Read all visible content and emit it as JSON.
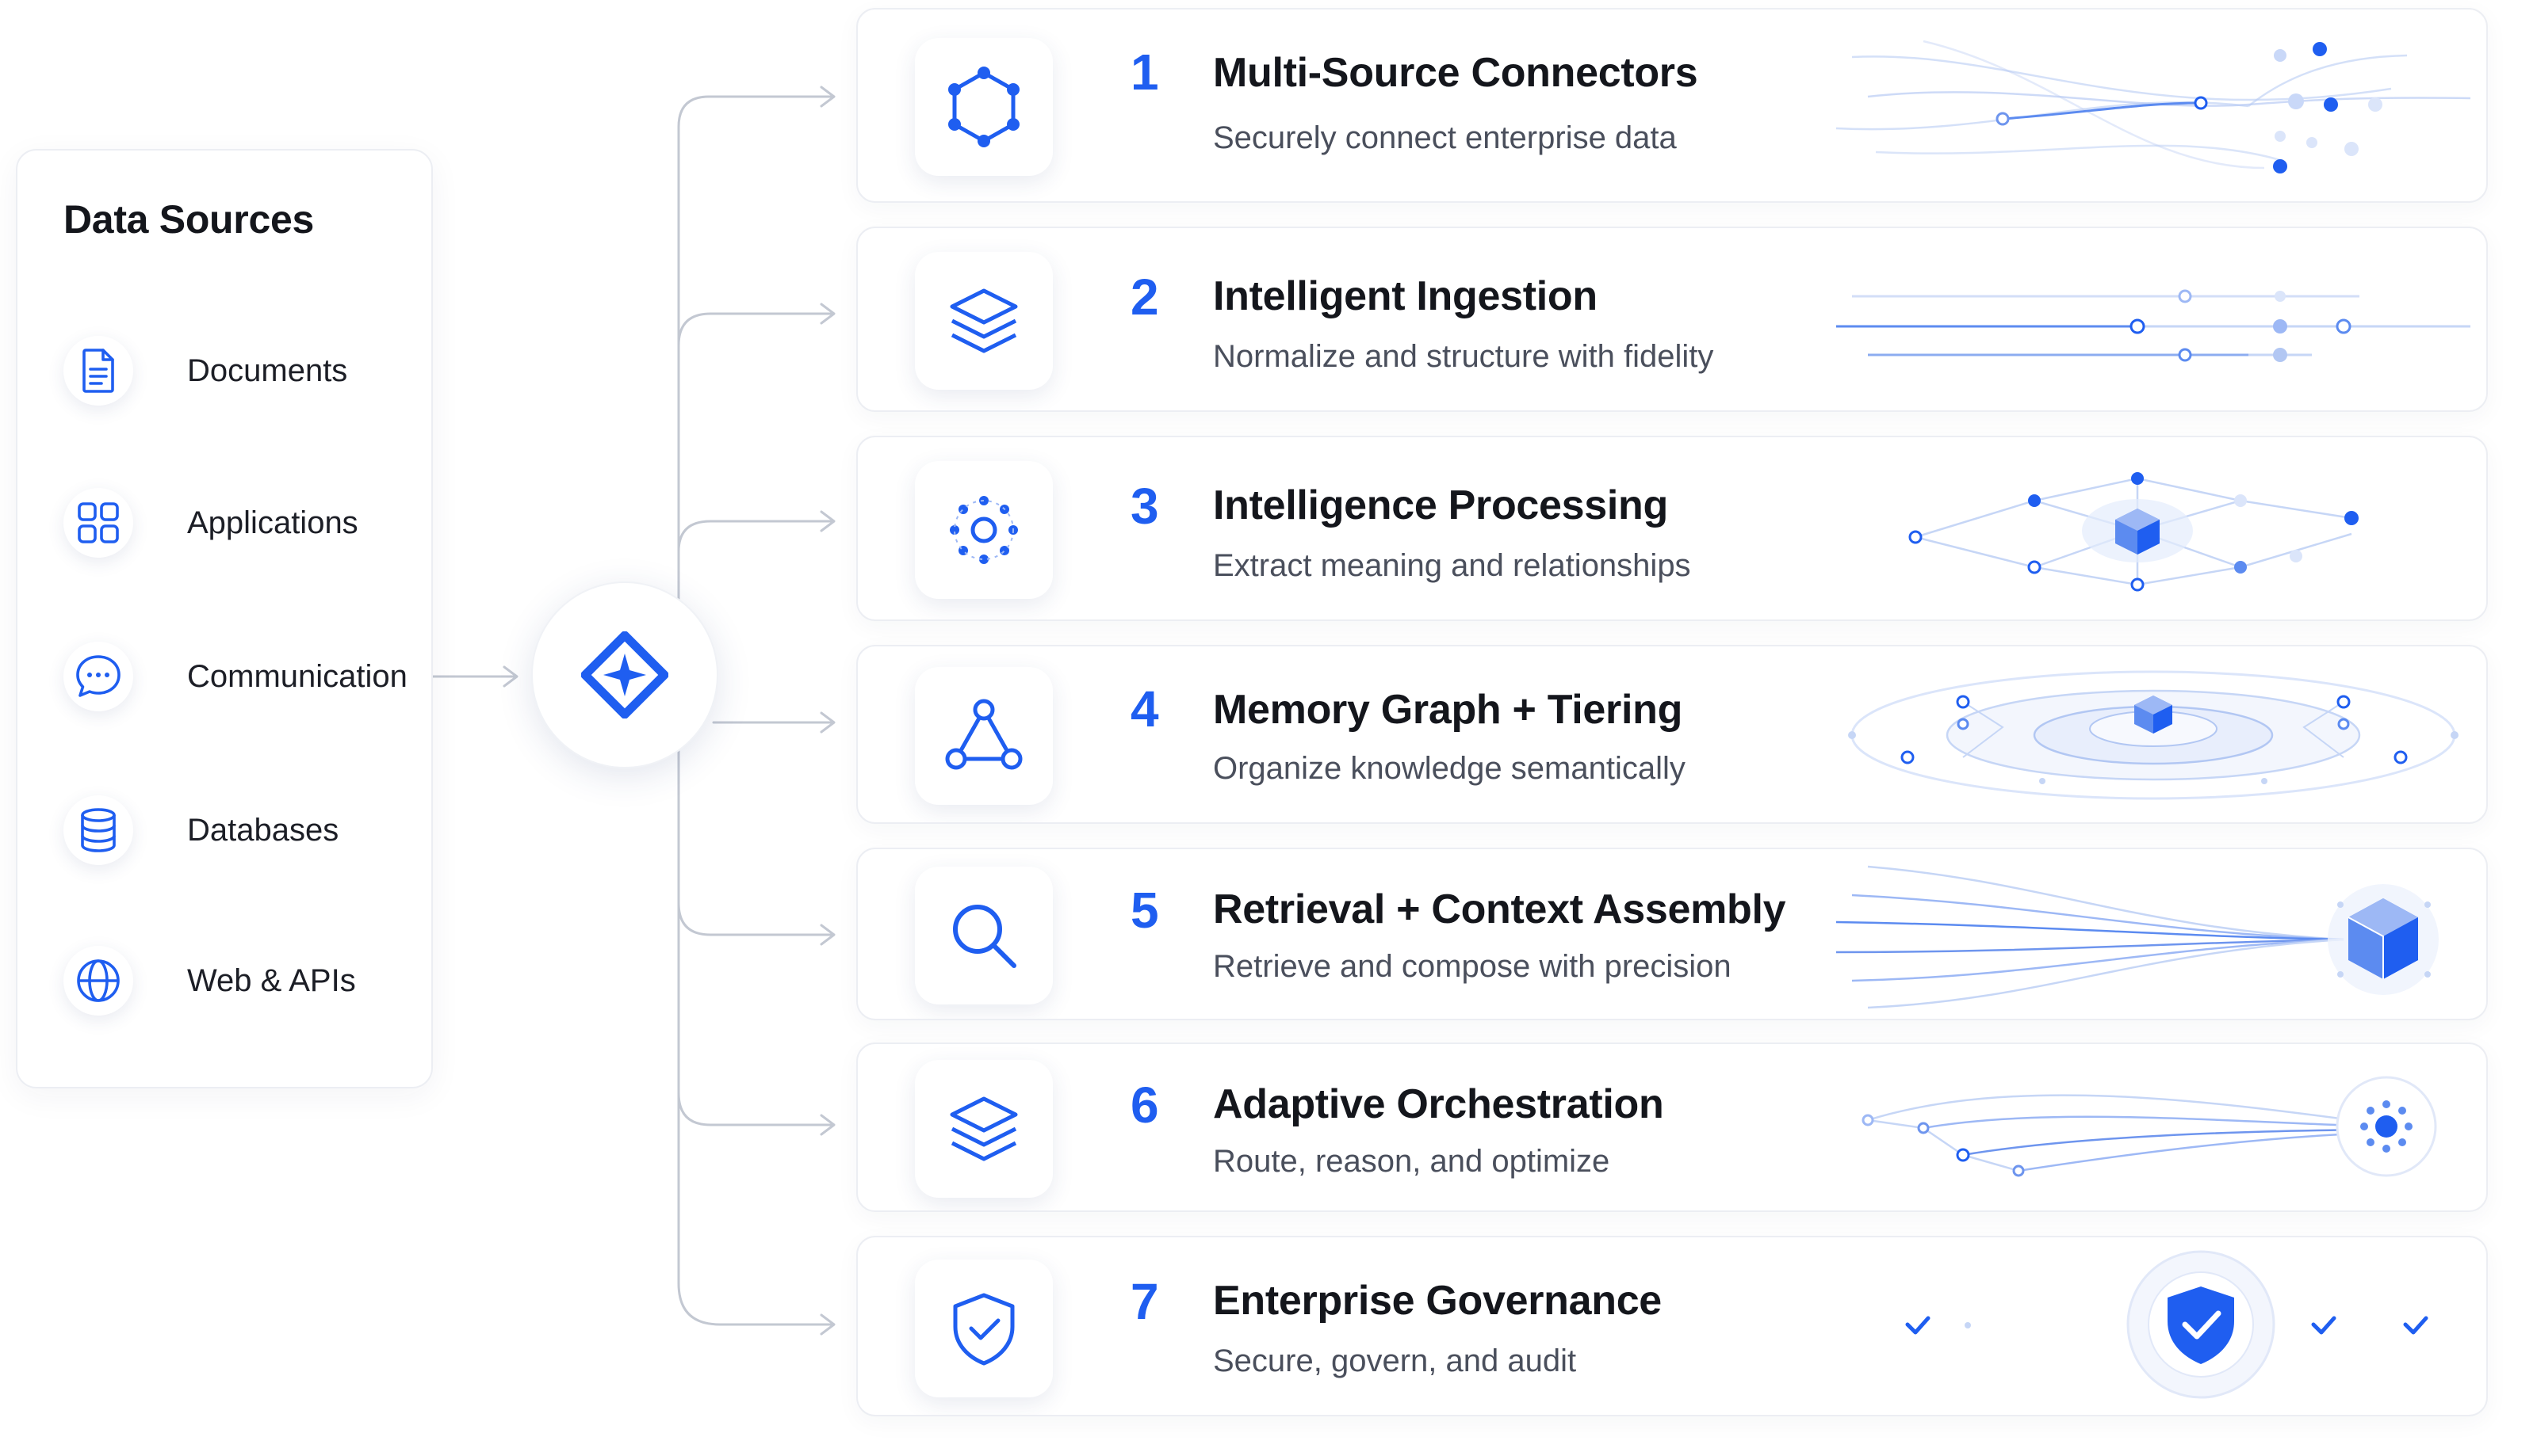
{
  "data_sources": {
    "title": "Data Sources",
    "items": [
      {
        "label": "Documents",
        "icon": "document-icon"
      },
      {
        "label": "Applications",
        "icon": "grid-icon"
      },
      {
        "label": "Communication",
        "icon": "chat-bubble-icon"
      },
      {
        "label": "Databases",
        "icon": "database-icon"
      },
      {
        "label": "Web & APIs",
        "icon": "globe-icon"
      }
    ]
  },
  "hub": {
    "icon": "diamond-compass-icon"
  },
  "stages": [
    {
      "number": "1",
      "title": "Multi-Source Connectors",
      "description": "Securely connect enterprise data",
      "icon": "hexagon-nodes-icon"
    },
    {
      "number": "2",
      "title": "Intelligent Ingestion",
      "description": "Normalize and structure with fidelity",
      "icon": "layers-icon"
    },
    {
      "number": "3",
      "title": "Intelligence Processing",
      "description": "Extract meaning and relationships",
      "icon": "node-ring-icon"
    },
    {
      "number": "4",
      "title": "Memory Graph + Tiering",
      "description": "Organize knowledge semantically",
      "icon": "triangle-graph-icon"
    },
    {
      "number": "5",
      "title": "Retrieval + Context Assembly",
      "description": "Retrieve and compose with precision",
      "icon": "search-icon"
    },
    {
      "number": "6",
      "title": "Adaptive Orchestration",
      "description": "Route, reason, and optimize",
      "icon": "layers-icon"
    },
    {
      "number": "7",
      "title": "Enterprise Governance",
      "description": "Secure, govern, and audit",
      "icon": "shield-check-icon"
    }
  ],
  "colors": {
    "accent": "#1f5ef0",
    "accent_light": "#9db8f5",
    "line": "#c3c8d2",
    "text": "#14161c",
    "muted": "#4a4f5c"
  }
}
